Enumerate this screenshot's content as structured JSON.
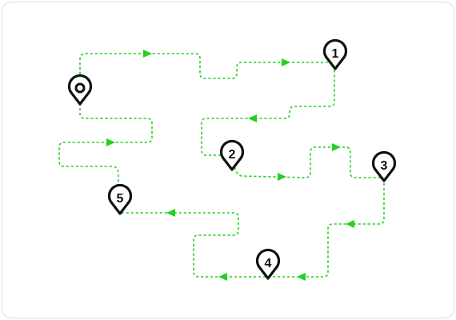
{
  "colors": {
    "route": "#25d01f",
    "pin_stroke": "#111111",
    "pin_fill": "#ffffff",
    "frame_border": "#dcdcdc"
  },
  "start_pin": {
    "icon": "start-location-pin-icon"
  },
  "waypoints": [
    {
      "label": "1"
    },
    {
      "label": "2"
    },
    {
      "label": "3"
    },
    {
      "label": "4"
    },
    {
      "label": "5"
    }
  ]
}
